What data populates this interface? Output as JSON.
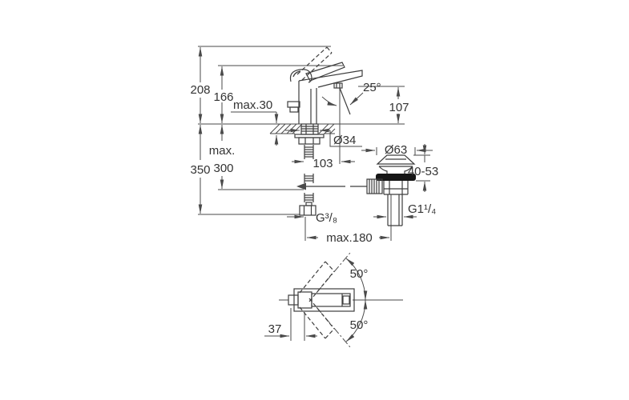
{
  "drawing": {
    "title": "faucet-dimension-drawing",
    "side_view": {
      "height_total": "208",
      "height_lever": "166",
      "deck_max": "max.30",
      "spout_angle": "25°",
      "outlet_height": "107",
      "hole_diameter": "Ø34",
      "spout_reach": "103",
      "hose_max_prefix": "max.",
      "hose_length": "350",
      "rod_length": "300",
      "waste_diameter": "Ø63",
      "deck_thickness_range": "40-53",
      "supply_thread": "G³/₈",
      "waste_thread": "G1¹/₄",
      "center_distance": "max.180"
    },
    "top_view": {
      "swivel_up": "50°",
      "swivel_down": "50°",
      "handle_offset": "37"
    },
    "colors": {
      "line": "#4a4a4a",
      "object_line": "#3d3d3d",
      "text": "#333333",
      "gasket_fill": "#161616",
      "background": "#ffffff"
    }
  }
}
